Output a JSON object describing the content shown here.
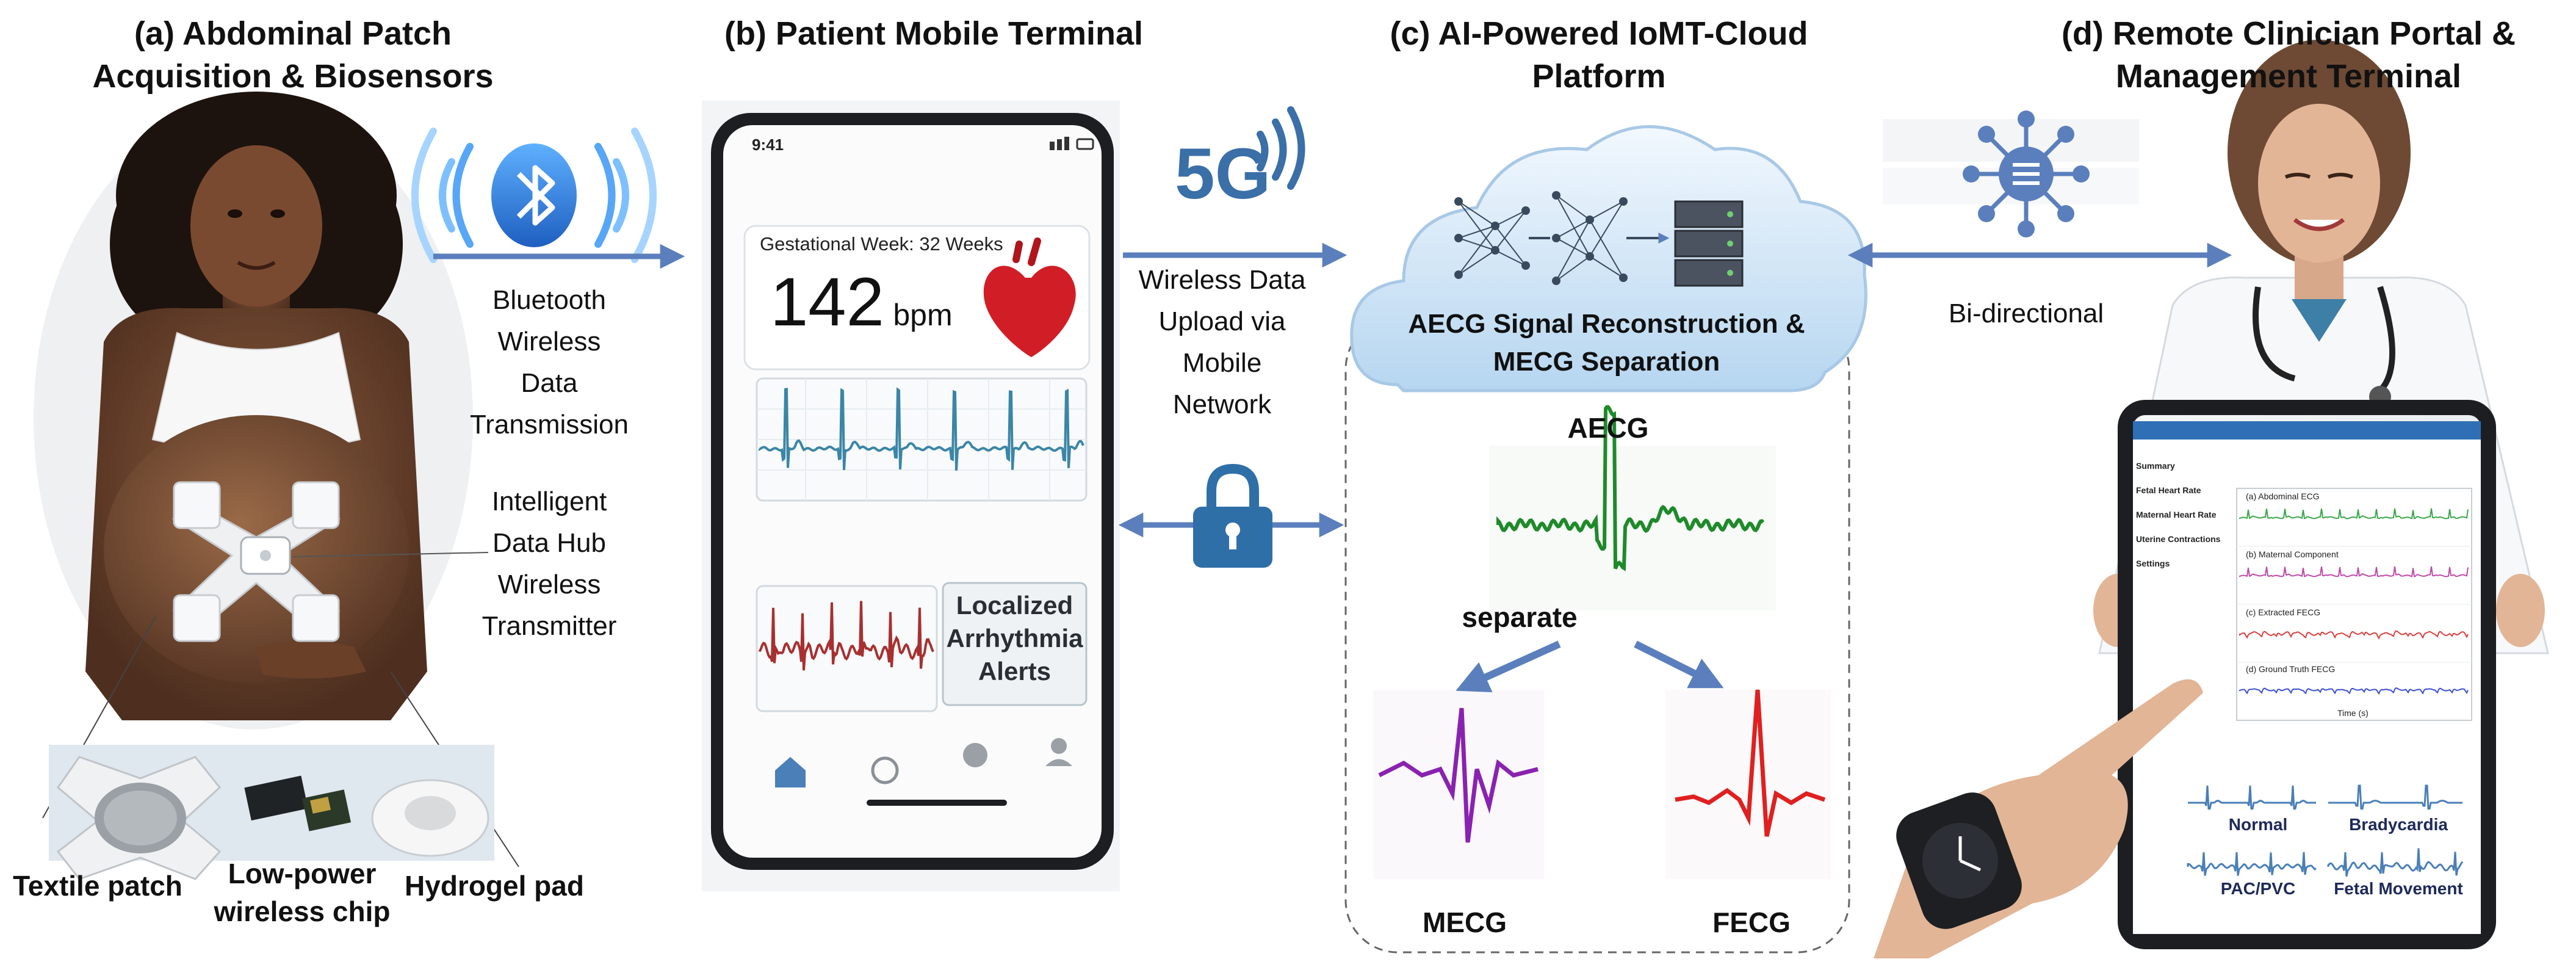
{
  "panels": {
    "a": {
      "title_line1": "(a) Abdominal Patch",
      "title_line2": "Acquisition & Biosensors",
      "bluetooth_lines": [
        "Bluetooth",
        "Wireless",
        "Data",
        "Transmission"
      ],
      "hub_lines": [
        "Intelligent",
        "Data Hub",
        "Wireless",
        "Transmitter"
      ],
      "components": {
        "textile": "Textile patch",
        "chip_line1": "Low-power",
        "chip_line2": "wireless chip",
        "hydrogel": "Hydrogel pad"
      }
    },
    "b": {
      "title": "(b) Patient Mobile Terminal",
      "phone": {
        "time": "9:41",
        "gestational": "Gestational Week: 32 Weeks",
        "bpm_value": "142",
        "bpm_unit": "bpm",
        "alert_lines": [
          "Localized",
          "Arrhythmia",
          "Alerts"
        ]
      }
    },
    "transfer": {
      "network_badge": "5G",
      "upload_lines": [
        "Wireless Data",
        "Upload via",
        "Mobile",
        "Network"
      ]
    },
    "c": {
      "title_line1": "(c)  AI-Powered IoMT-Cloud",
      "title_line2": "Platform",
      "cloud_lines": [
        "AECG Signal Reconstruction &",
        "MECG Separation"
      ],
      "aecg": "AECG",
      "separate": "separate",
      "mecg": "MECG",
      "fecg": "FECG"
    },
    "d": {
      "title_line1": "(d) Remote Clinician Portal &",
      "title_line2": "Management Terminal",
      "bidirectional": "Bi-directional",
      "tablet_menu": [
        "Summary",
        "Fetal Heart Rate",
        "Maternal Heart Rate",
        "Uterine Contractions",
        "Settings"
      ],
      "tablet_traces": [
        {
          "label": "(a) Abdominal ECG",
          "color": "#3aa64a"
        },
        {
          "label": "(b) Maternal Component",
          "color": "#c04aa8"
        },
        {
          "label": "(c) Extracted FECG",
          "color": "#d94040"
        },
        {
          "label": "(d) Ground Truth FECG",
          "color": "#3b4fd0"
        }
      ],
      "tablet_xaxis": "Time (s)",
      "rhythm_types": [
        "Normal",
        "Bradycardia",
        "PAC/PVC",
        "Fetal Movement"
      ]
    }
  },
  "colors": {
    "arrow": "#5b7fbd",
    "bluetooth": "#2f7fd6",
    "lock": "#2f6fa8",
    "aecg_wave": "#1e8a2a",
    "mecg_wave": "#8a22b0",
    "fecg_wave": "#e02020",
    "phone_wave_teal": "#3a86a6",
    "phone_wave_red": "#a83030"
  }
}
